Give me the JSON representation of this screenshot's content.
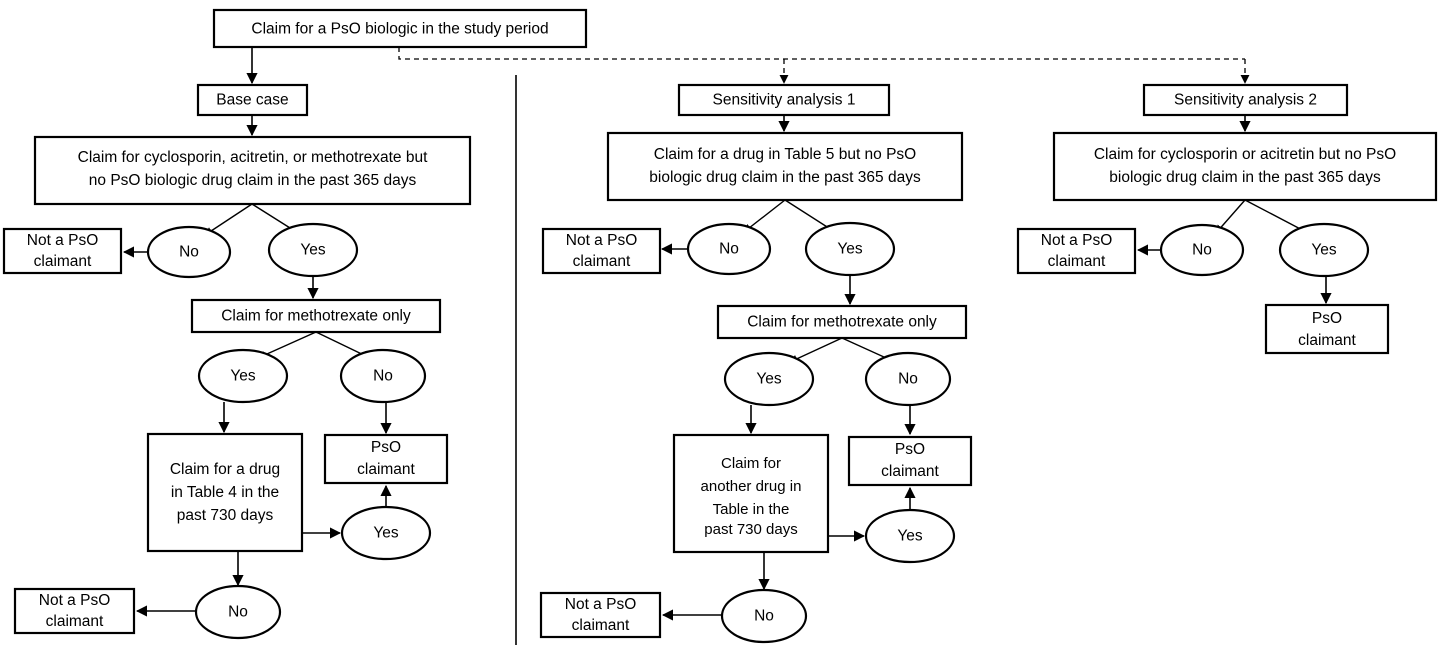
{
  "figure": {
    "type": "flowchart",
    "title_text": "Claim for a PsO biologic in the study period",
    "branches": [
      "Base case",
      "Sensitivity analysis 1",
      "Sensitivity analysis 2"
    ]
  },
  "root": {
    "label": "Claim for a PsO biologic in the study period"
  },
  "base_case": {
    "header": "Base case",
    "criteria_line1": "Claim for cyclosporin, acitretin, or methotrexate but",
    "criteria_line2": "no PsO biologic drug claim in the past 365 days",
    "decision_no": "No",
    "decision_yes": "Yes",
    "not_claimant_line1": "Not a PsO",
    "not_claimant_line2": "claimant",
    "mtx_only": "Claim for methotrexate only",
    "mtx_yes": "Yes",
    "mtx_no": "No",
    "table_box_line1": "Claim for a drug",
    "table_box_line2": "in Table 4 in the",
    "table_box_line3": "past 730 days",
    "claimant_line1": "PsO",
    "claimant_line2": "claimant",
    "table_yes": "Yes",
    "table_no": "No",
    "final_not_claimant_line1": "Not a PsO",
    "final_not_claimant_line2": "claimant"
  },
  "sensitivity_1": {
    "header": "Sensitivity analysis 1",
    "criteria_line1": "Claim for a drug in Table 5 but no PsO",
    "criteria_line2": "biologic drug claim in the past 365 days",
    "decision_no": "No",
    "decision_yes": "Yes",
    "not_claimant_line1": "Not a PsO",
    "not_claimant_line2": "claimant",
    "mtx_only": "Claim for methotrexate only",
    "mtx_yes": "Yes",
    "mtx_no": "No",
    "table_box_line1": "Claim for",
    "table_box_line2": "another drug in",
    "table_box_line3": "Table  in the",
    "table_box_line4": "past 730 days",
    "claimant_line1": "PsO",
    "claimant_line2": "claimant",
    "table_yes": "Yes",
    "table_no": "No",
    "final_not_claimant_line1": "Not a PsO",
    "final_not_claimant_line2": "claimant"
  },
  "sensitivity_2": {
    "header": "Sensitivity analysis 2",
    "criteria_line1": "Claim for cyclosporin or acitretin but no PsO",
    "criteria_line2": "biologic drug claim in the past 365 days",
    "decision_no": "No",
    "decision_yes": "Yes",
    "not_claimant_line1": "Not a PsO",
    "not_claimant_line2": "claimant",
    "claimant_line1": "PsO",
    "claimant_line2": "claimant"
  },
  "colors": {
    "stroke": "#000000",
    "fill": "#ffffff",
    "text": "#000000"
  }
}
